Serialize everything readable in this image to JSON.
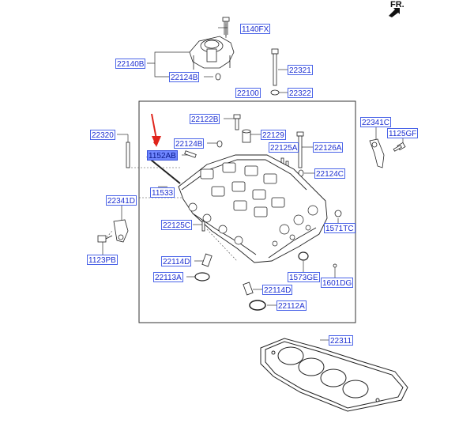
{
  "orientation": {
    "label": "FR."
  },
  "labels": {
    "l1140FX": "1140FX",
    "l22140B": "22140B",
    "l22124B_top": "22124B",
    "l22321": "22321",
    "l22322": "22322",
    "l22100": "22100",
    "l22122B": "22122B",
    "l22129": "22129",
    "l22320": "22320",
    "l22124B_mid": "22124B",
    "l22125A": "22125A",
    "l22126A": "22126A",
    "l1152AB": "1152AB",
    "l22341C": "22341C",
    "l1125GF": "1125GF",
    "l22124C": "22124C",
    "l11533": "11533",
    "l22341D": "22341D",
    "l22125C": "22125C",
    "l1571TC": "1571TC",
    "l1123PB": "1123PB",
    "l22114D_left": "22114D",
    "l22113A": "22113A",
    "l1573GE": "1573GE",
    "l1601DG": "1601DG",
    "l22114D_bottom": "22114D",
    "l22112A": "22112A",
    "l22311": "22311"
  },
  "highlight": {
    "part": "1152AB",
    "color": "#6f86ff",
    "arrow_color": "#e0241b"
  }
}
